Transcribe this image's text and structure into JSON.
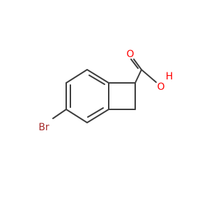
{
  "molecule": {
    "atoms": {
      "bromine": {
        "label": "Br",
        "color": "#a52a2a"
      },
      "carbonyl_oxygen": {
        "label": "O",
        "color": "#ff0000"
      },
      "hydroxyl_oxygen": {
        "label": "O",
        "color": "#ff0000"
      },
      "hydroxyl_hydrogen": {
        "label": "H",
        "color": "#ff0000"
      }
    },
    "bond_color": "#3d3d3d"
  }
}
